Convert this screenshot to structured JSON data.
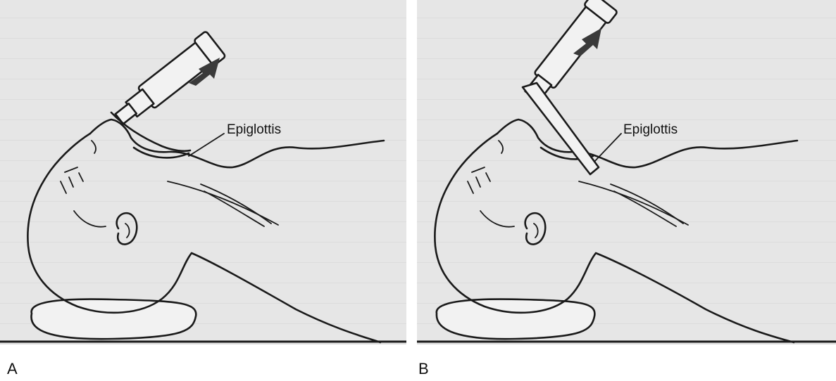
{
  "figure": {
    "panels": [
      {
        "letter": "A",
        "label": "Epiglottis"
      },
      {
        "letter": "B",
        "label": "Epiglottis"
      }
    ]
  }
}
